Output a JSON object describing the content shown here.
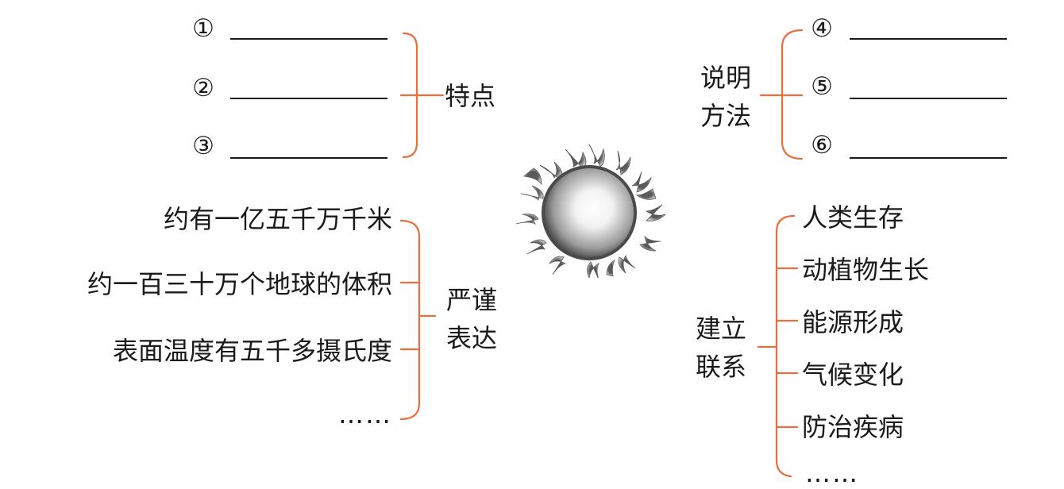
{
  "features": {
    "items": [
      {
        "num": "①",
        "blank": ""
      },
      {
        "num": "②",
        "blank": ""
      },
      {
        "num": "③",
        "blank": ""
      }
    ],
    "label": "特点"
  },
  "methods": {
    "label_line1": "说明",
    "label_line2": "方法",
    "items": [
      {
        "num": "④",
        "blank": ""
      },
      {
        "num": "⑤",
        "blank": ""
      },
      {
        "num": "⑥",
        "blank": ""
      }
    ]
  },
  "precision": {
    "items": [
      "约有一亿五千万千米",
      "约一百三十万个地球的体积",
      "表面温度有五千多摄氏度",
      "……"
    ],
    "label_line1": "严谨",
    "label_line2": "表达"
  },
  "connection": {
    "label_line1": "建立",
    "label_line2": "联系",
    "items": [
      "人类生存",
      "动植物生长",
      "能源形成",
      "气候变化",
      "防治疾病",
      "……"
    ]
  },
  "colors": {
    "bracket": "#e8703f",
    "text": "#1a1a1a",
    "sun_flame": "#9a9a9a"
  },
  "icons": {
    "center": "sun-icon"
  }
}
